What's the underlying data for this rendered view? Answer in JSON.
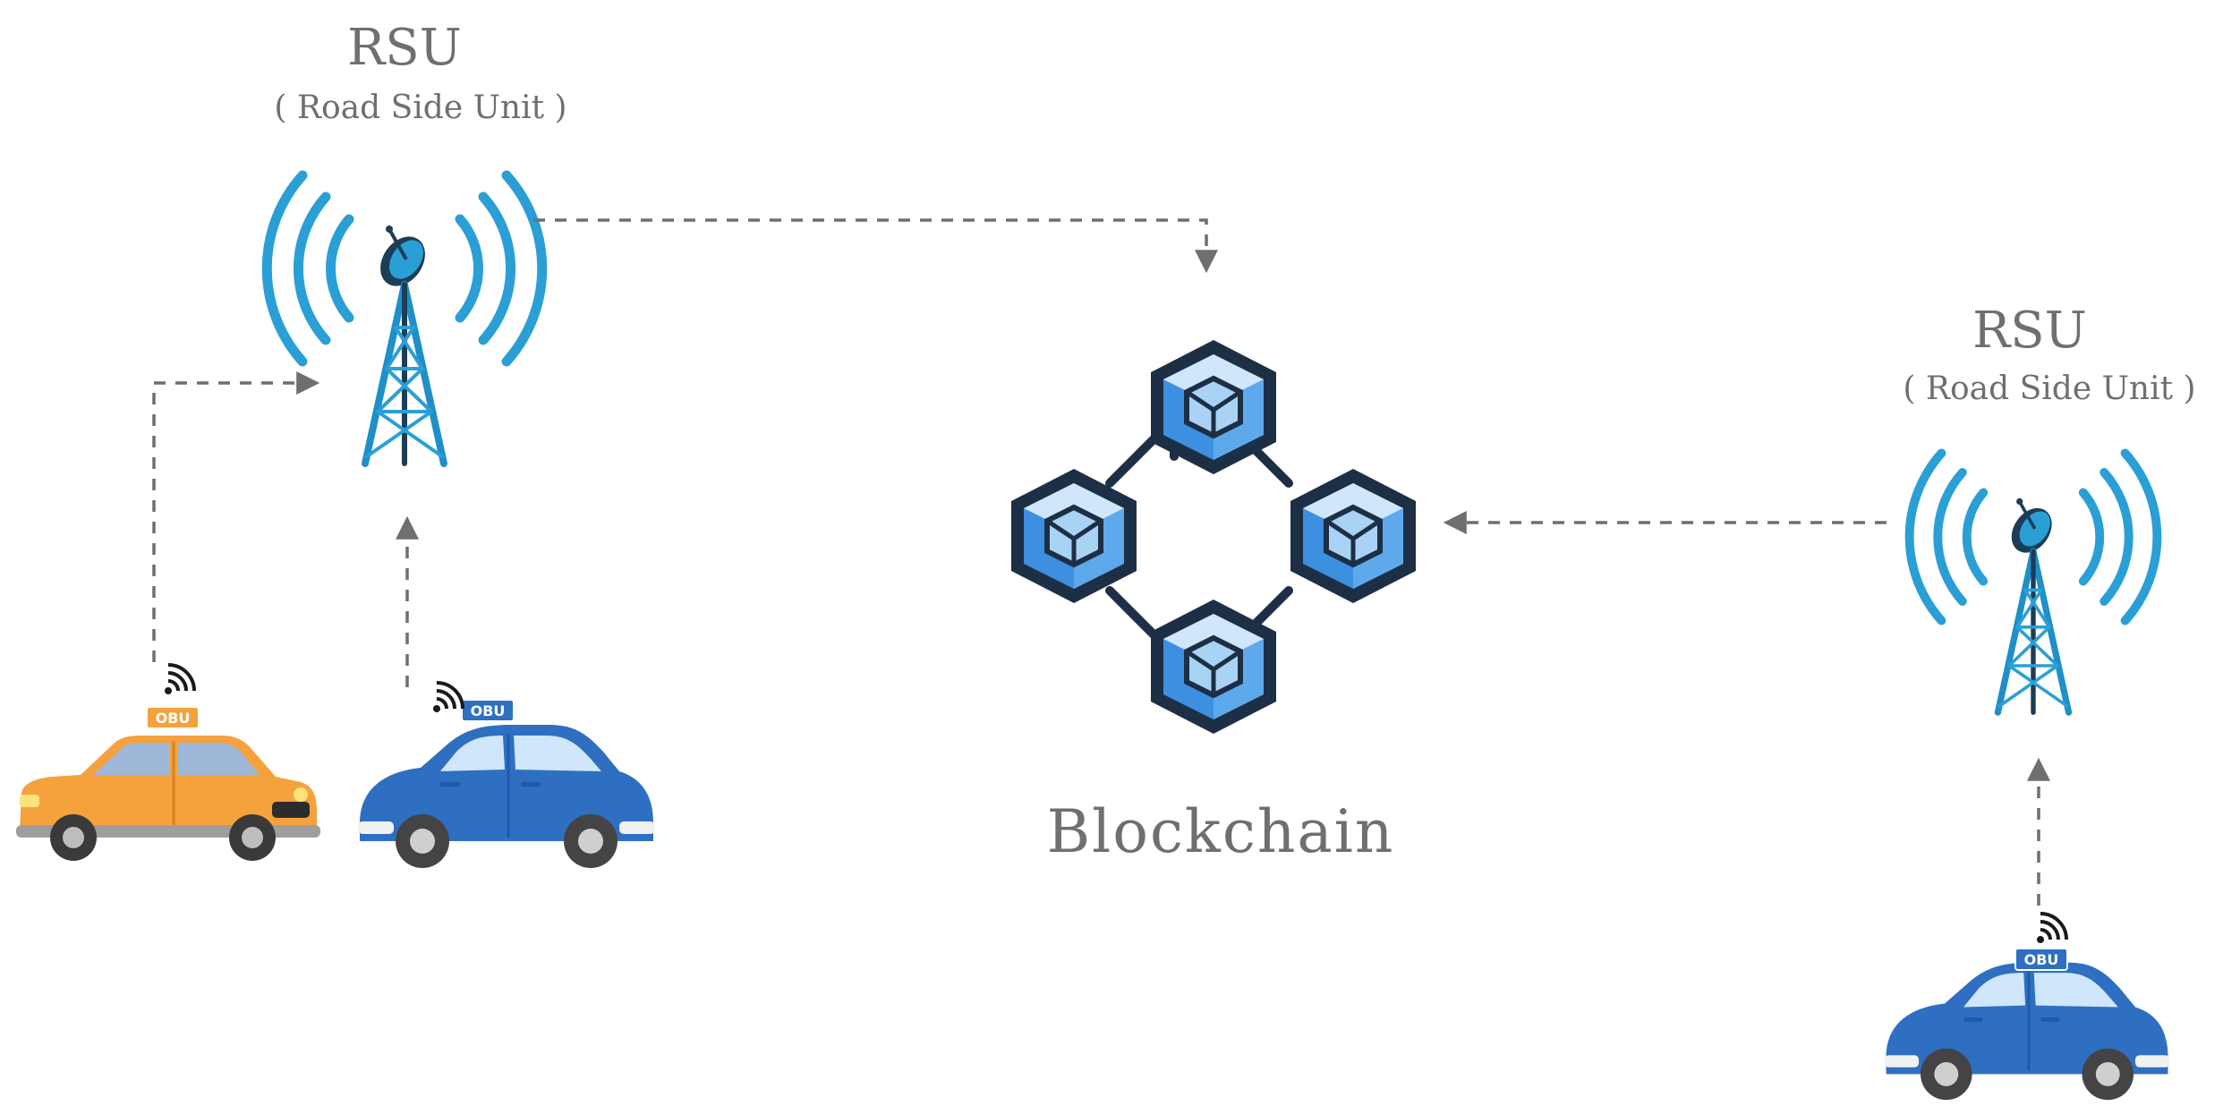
{
  "rsu_left": {
    "title": "RSU",
    "subtitle": "( Road Side Unit )"
  },
  "rsu_right": {
    "title": "RSU",
    "subtitle": "( Road Side Unit )"
  },
  "blockchain": {
    "label": "Blockchain"
  },
  "vehicles": {
    "orange_car_badge": "OBU",
    "blue_car_left_badge": "OBU",
    "blue_car_right_badge": "OBU"
  },
  "colors": {
    "signal_blue": "#2a9fd6",
    "tower_blue": "#1f8fc8",
    "tower_dark": "#1c3d57",
    "block_blue": "#3d8fe0",
    "block_light": "#a9d3f5",
    "block_dark": "#1d2f45",
    "car_blue": "#2e6fc2",
    "car_orange": "#f6a23c",
    "arrow_gray": "#6f6f6f",
    "text_gray": "#6f6f6f"
  },
  "icons": [
    "antenna-tower-icon",
    "wifi-signal-icon",
    "cube-block-icon",
    "car-icon"
  ]
}
